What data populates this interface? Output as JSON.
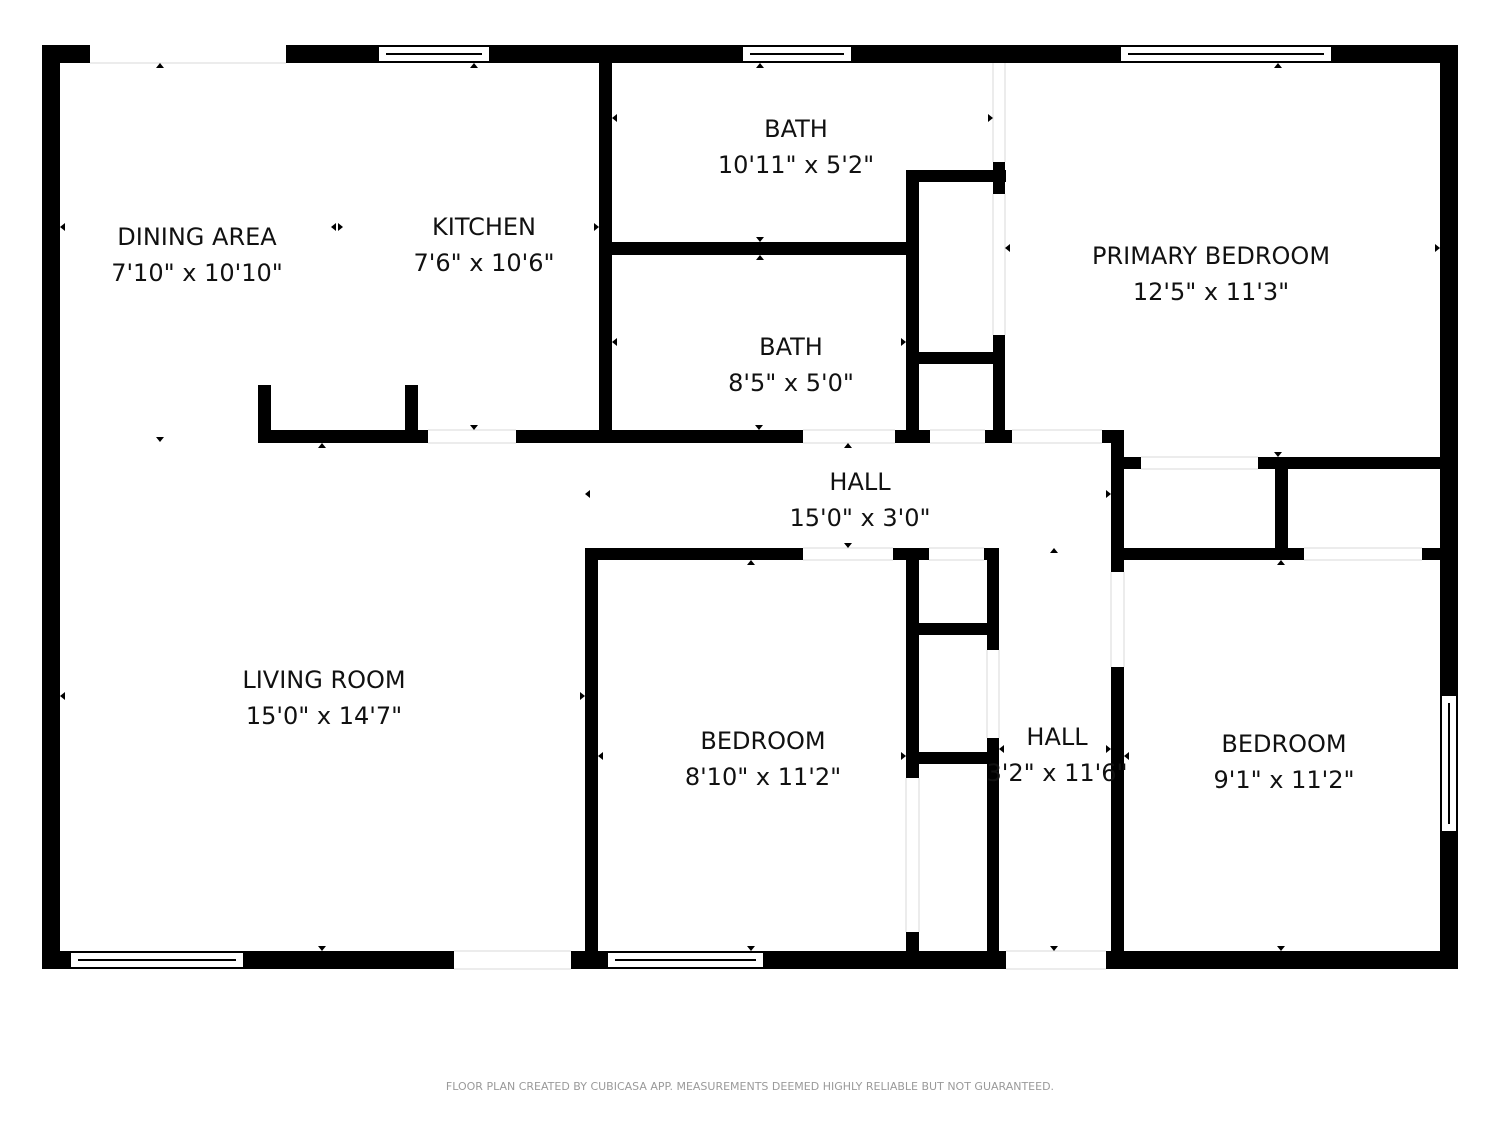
{
  "colors": {
    "wall": "#000000",
    "background": "#ffffff",
    "text": "#111111",
    "footer_text": "#9a9a9a"
  },
  "rooms": {
    "dining": {
      "name": "DINING AREA",
      "dims": "7'10\" x 10'10\""
    },
    "kitchen": {
      "name": "KITCHEN",
      "dims": "7'6\" x 10'6\""
    },
    "bath_upper": {
      "name": "BATH",
      "dims": "10'11\" x 5'2\""
    },
    "bath_lower": {
      "name": "BATH",
      "dims": "8'5\" x 5'0\""
    },
    "primary_bedroom": {
      "name": "PRIMARY BEDROOM",
      "dims": "12'5\" x 11'3\""
    },
    "hall_main": {
      "name": "HALL",
      "dims": "15'0\" x 3'0\""
    },
    "living_room": {
      "name": "LIVING ROOM",
      "dims": "15'0\" x 14'7\""
    },
    "bedroom_middle": {
      "name": "BEDROOM",
      "dims": "8'10\" x 11'2\""
    },
    "hall_side": {
      "name": "HALL",
      "dims": "3'2\" x 11'6\""
    },
    "bedroom_right": {
      "name": "BEDROOM",
      "dims": "9'1\" x 11'2\""
    }
  },
  "footer": "FLOOR PLAN CREATED BY CUBICASA APP. MEASUREMENTS DEEMED HIGHLY RELIABLE BUT NOT GUARANTEED."
}
